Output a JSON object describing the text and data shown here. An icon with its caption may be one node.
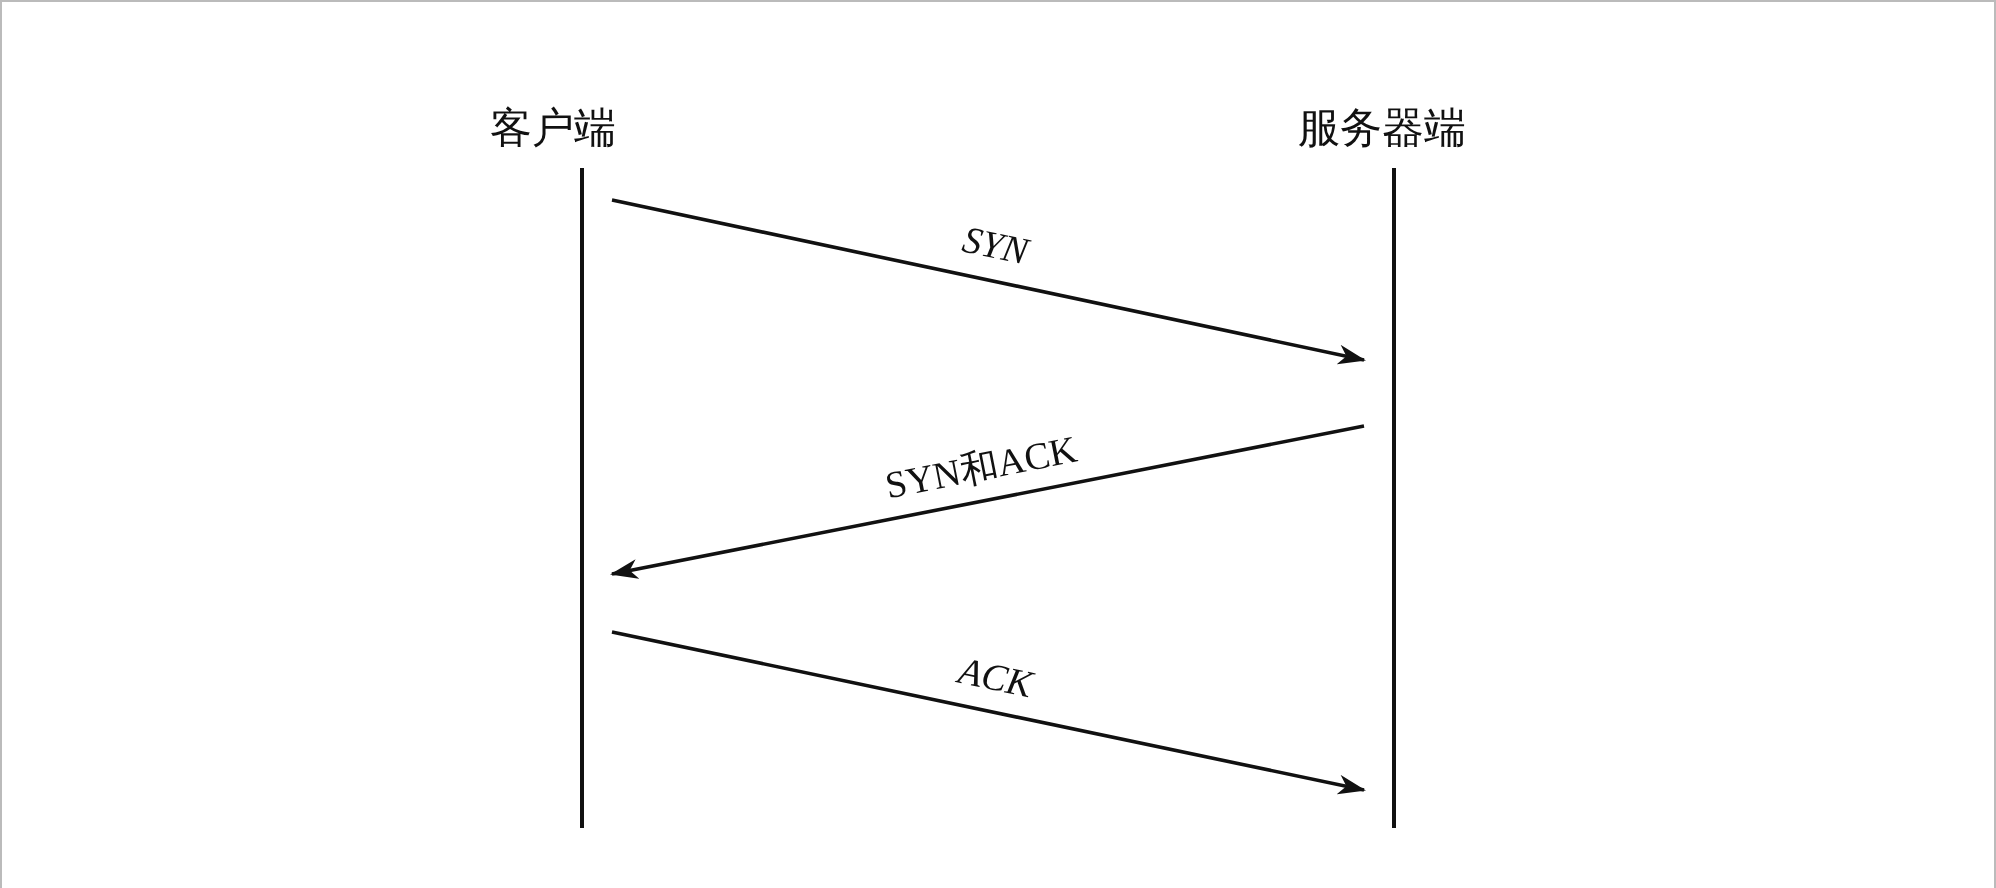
{
  "diagram": {
    "nodes": [
      {
        "text": [
          "客户端"
        ]
      },
      {
        "text": [
          "服务器端"
        ]
      }
    ],
    "edges": [
      {
        "from": 0,
        "to": 1,
        "arrow": "to",
        "label": "SYN"
      },
      {
        "from": 1,
        "to": 0,
        "arrow": "to",
        "label": "SYN和ACK"
      },
      {
        "from": 0,
        "to": 1,
        "arrow": "to",
        "label": "ACK"
      }
    ]
  }
}
